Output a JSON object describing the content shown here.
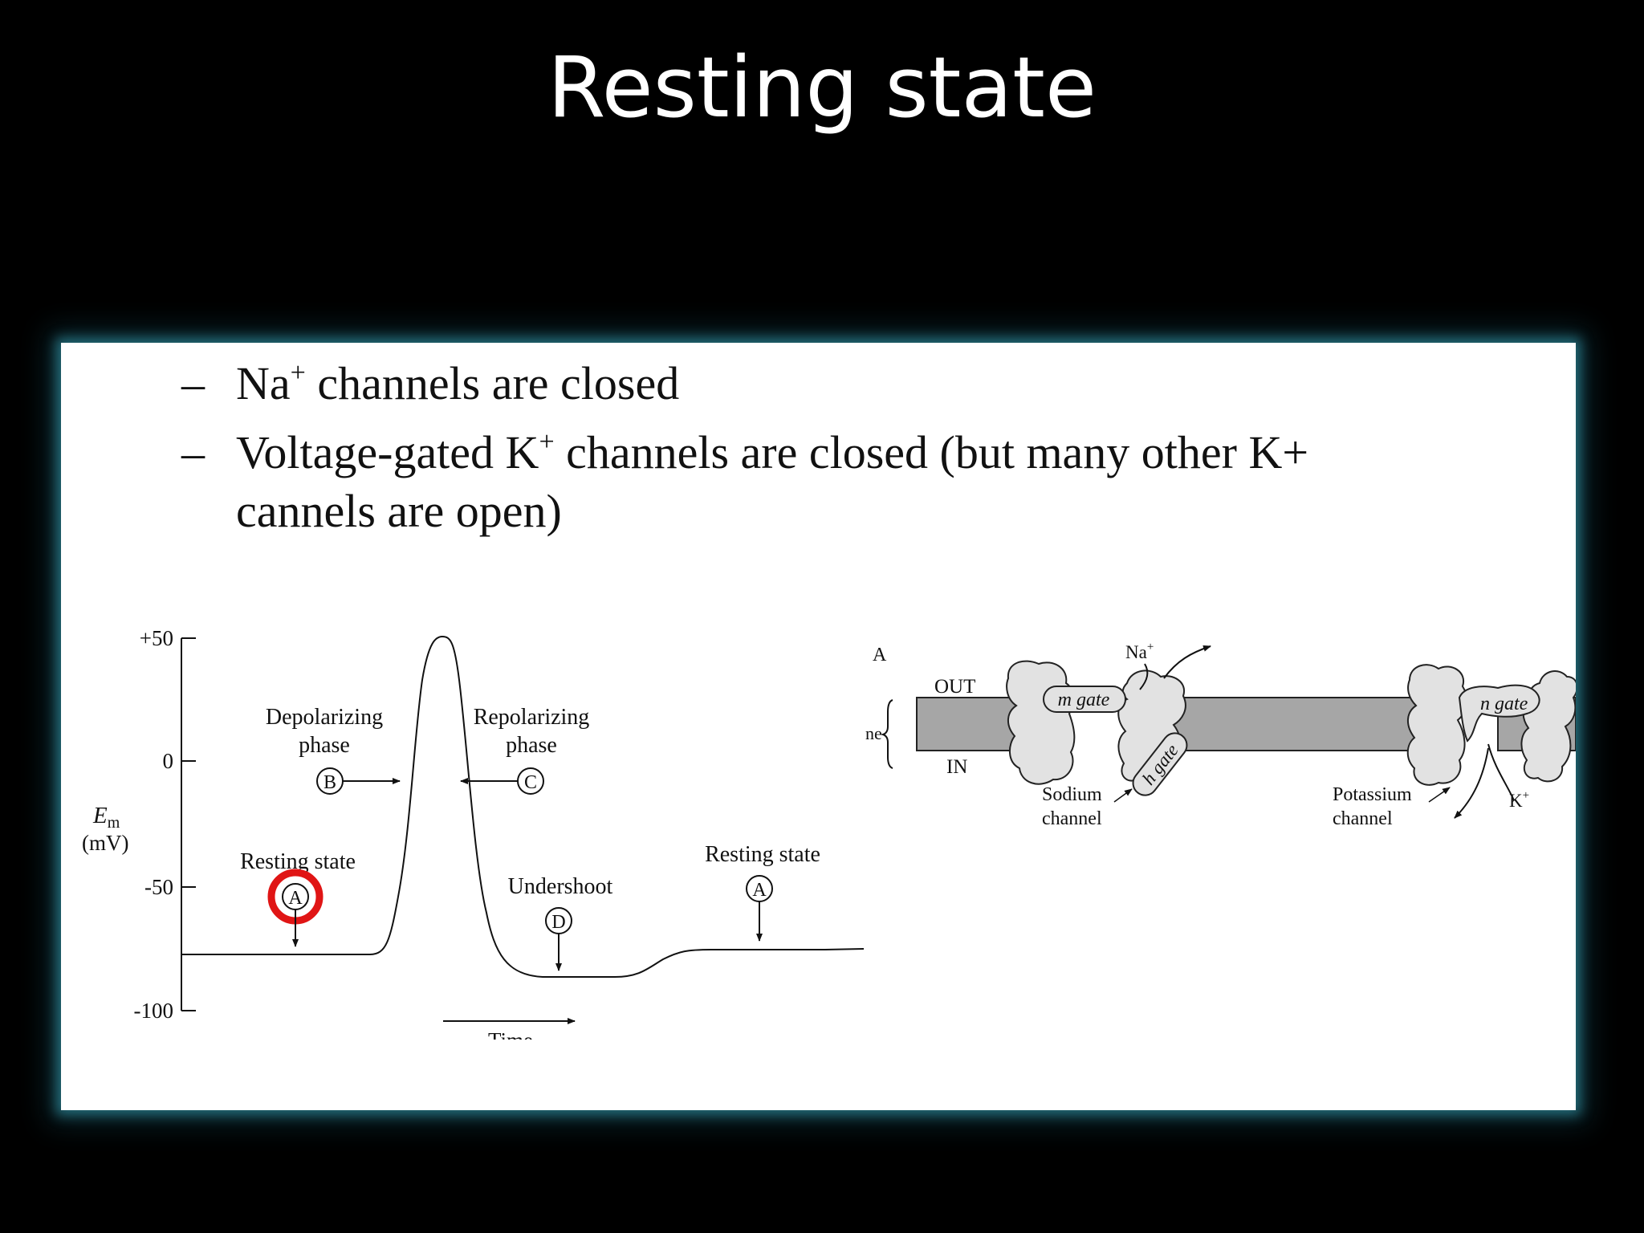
{
  "slide": {
    "title": "Resting state"
  },
  "bullets": {
    "b1": {
      "pre": "Na",
      "sup": "+",
      "post": " channels are closed"
    },
    "b2": {
      "pre": "Voltage-gated K",
      "sup": "+",
      "post": " channels are closed (but many other K+",
      "cont": "cannels are open)"
    },
    "dash": "–"
  },
  "action_potential": {
    "y_axis": {
      "label_symbol": "E",
      "label_sub": "m",
      "label_unit": "(mV)",
      "ticks": [
        "+50",
        "0",
        "-50",
        "-100"
      ]
    },
    "x_axis": {
      "label": "Time"
    },
    "phases": {
      "depolarizing_line1": "Depolarizing",
      "depolarizing_line2": "phase",
      "depolarizing_marker": "B",
      "repolarizing_line1": "Repolarizing",
      "repolarizing_line2": "phase",
      "repolarizing_marker": "C",
      "resting_left": "Resting state",
      "resting_left_marker": "A",
      "undershoot": "Undershoot",
      "undershoot_marker": "D",
      "resting_right": "Resting state",
      "resting_right_marker": "A"
    },
    "highlight_color": "#e01515"
  },
  "channels": {
    "panel_letter": "A",
    "out_label": "OUT",
    "in_label": "IN",
    "membrane_fragment": "ne",
    "na_label": "Na",
    "na_sup": "+",
    "m_gate_label": "m gate",
    "h_gate_label": "h gate",
    "n_gate_label": "n gate",
    "sodium_line1": "Sodium",
    "sodium_line2": "channel",
    "potassium_line1": "Potassium",
    "potassium_line2": "channel",
    "k_label": "K",
    "k_sup": "+",
    "membrane_color": "#a6a6a6",
    "protein_color": "#e2e2e2"
  }
}
